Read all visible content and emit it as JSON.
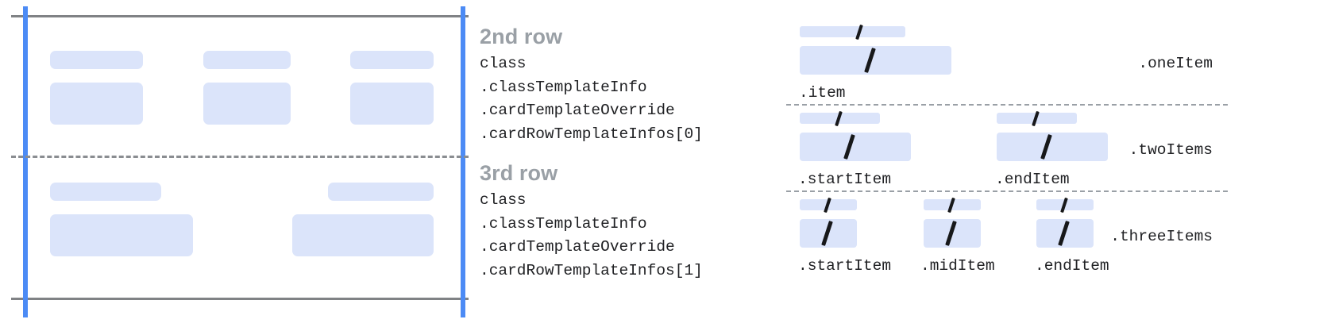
{
  "diagram": {
    "title_hidden": "",
    "colors": {
      "placeholder_fill": "#dbe4fa",
      "guide_blue": "#4c8bf5",
      "rule_gray": "#808285",
      "dash_gray": "#8a8d91",
      "heading_gray": "#9aa0a6",
      "code_text": "#202124",
      "slash_black": "#17181a"
    },
    "left_panel": {
      "rows": [
        {
          "name": "2nd row",
          "cells": [
            {
              "label_bar": true,
              "content_bar": true
            },
            {
              "label_bar": true,
              "content_bar": true
            },
            {
              "label_bar": true,
              "content_bar": true
            }
          ]
        },
        {
          "name": "3rd row",
          "cells": [
            {
              "label_bar": true,
              "content_bar": true
            },
            {
              "label_bar": true,
              "content_bar": true
            }
          ]
        }
      ]
    },
    "blocks": [
      {
        "title": "2nd row",
        "lines": [
          "class",
          ".classTemplateInfo",
          ".cardTemplateOverride",
          ".cardRowTemplateInfos[0]"
        ]
      },
      {
        "title": "3rd row",
        "lines": [
          "class",
          ".classTemplateInfo",
          ".cardTemplateOverride",
          ".cardRowTemplateInfos[1]"
        ]
      }
    ],
    "right_panel": {
      "groups": [
        {
          "group_label": ".oneItem",
          "items": [
            {
              "label": ".item"
            }
          ]
        },
        {
          "group_label": ".twoItems",
          "items": [
            {
              "label": ".startItem"
            },
            {
              "label": ".endItem"
            }
          ]
        },
        {
          "group_label": ".threeItems",
          "items": [
            {
              "label": ".startItem"
            },
            {
              "label": ".midItem"
            },
            {
              "label": ".endItem"
            }
          ]
        }
      ]
    }
  }
}
